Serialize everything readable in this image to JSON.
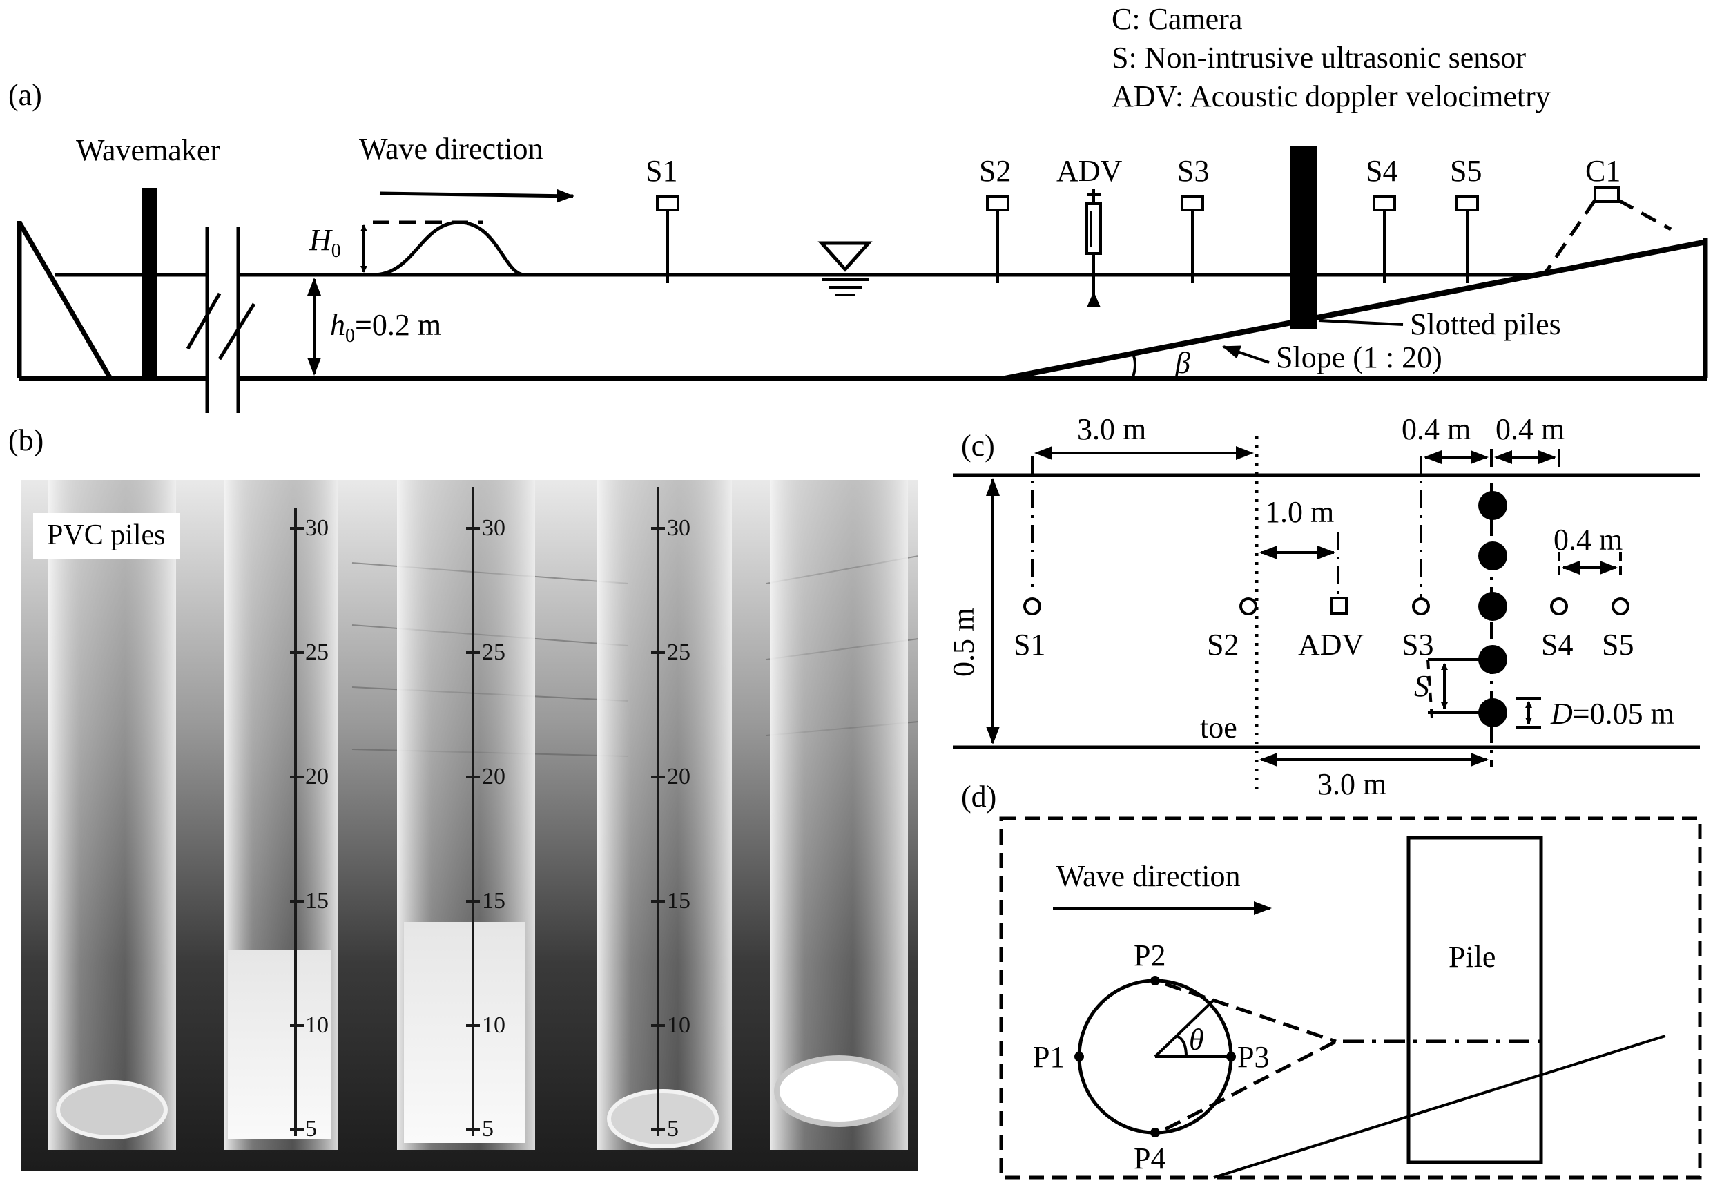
{
  "panels": {
    "a": "(a)",
    "b": "(b)",
    "c": "(c)",
    "d": "(d)"
  },
  "legend": {
    "camera": "C: Camera",
    "sensor": "S: Non-intrusive ultrasonic sensor",
    "adv": "ADV: Acoustic doppler velocimetry"
  },
  "flume": {
    "wavemaker": "Wavemaker",
    "wave_direction": "Wave direction",
    "wave_height": "H",
    "wave_height_sub": "0",
    "depth_h": "h",
    "depth_sub": "0",
    "depth_value": "=0.2 m",
    "sensors": [
      "S1",
      "S2",
      "ADV",
      "S3",
      "S4",
      "S5",
      "C1"
    ],
    "slotted_piles": "Slotted piles",
    "beta": "β",
    "slope": "Slope (1 : 20)"
  },
  "photo": {
    "label": "PVC piles",
    "scale_marks": [
      "30",
      "25",
      "20",
      "15",
      "10",
      "5"
    ]
  },
  "plan": {
    "dist_s1_s2": "3.0 m",
    "dist_s3_piles": "0.4 m",
    "dist_piles_s4": "0.4 m",
    "dist_s2_adv": "1.0 m",
    "dist_s4_s5": "0.4 m",
    "width": "0.5 m",
    "sensors": [
      "S1",
      "S2",
      "ADV",
      "S3",
      "S4",
      "S5"
    ],
    "spacing": "S",
    "diameter_d": "D",
    "diameter_value": "=0.05 m",
    "toe": "toe",
    "dist_toe_piles": "3.0 m"
  },
  "detail": {
    "wave_direction": "Wave direction",
    "pile": "Pile",
    "points": [
      "P1",
      "P2",
      "P3",
      "P4"
    ],
    "theta": "θ"
  }
}
